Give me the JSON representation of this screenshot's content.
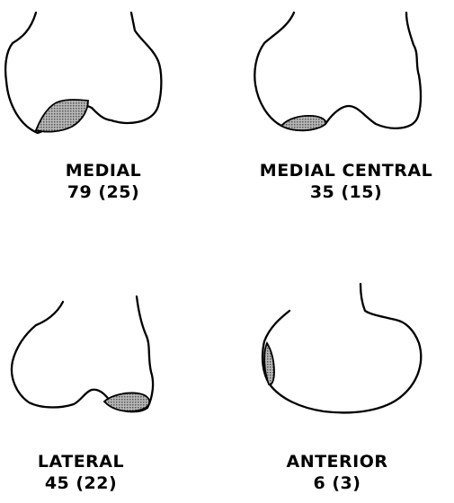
{
  "panels": [
    {
      "name": "MEDIAL",
      "count": "79 (25)"
    },
    {
      "name": "MEDIAL CENTRAL",
      "count": "35 (15)"
    },
    {
      "name": "LATERAL",
      "count": "45 (22)"
    },
    {
      "name": "ANTERIOR",
      "count": "6 (3)"
    }
  ],
  "colors": {
    "outline": "#000000",
    "lesion_fill": "#9a9a9a",
    "background": "#ffffff"
  }
}
